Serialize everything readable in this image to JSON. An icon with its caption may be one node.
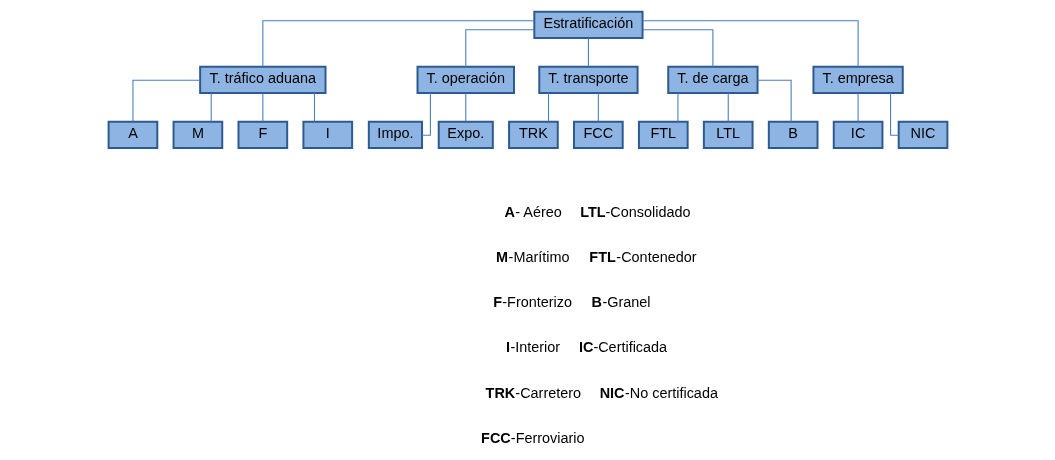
{
  "diagram": {
    "nodes": [
      {
        "text": [
          "Estratificación"
        ]
      },
      {
        "text": [
          "T. tráfico aduana"
        ]
      },
      {
        "text": [
          "T. operación"
        ]
      },
      {
        "text": [
          "T. transporte"
        ]
      },
      {
        "text": [
          "T. de carga"
        ]
      },
      {
        "text": [
          "T. empresa"
        ]
      },
      {
        "text": [
          "A"
        ]
      },
      {
        "text": [
          "M"
        ]
      },
      {
        "text": [
          "F"
        ]
      },
      {
        "text": [
          "I"
        ]
      },
      {
        "text": [
          "Impo."
        ]
      },
      {
        "text": [
          "Expo."
        ]
      },
      {
        "text": [
          "TRK"
        ]
      },
      {
        "text": [
          "FCC"
        ]
      },
      {
        "text": [
          "FTL"
        ]
      },
      {
        "text": [
          "LTL"
        ]
      },
      {
        "text": [
          "B"
        ]
      },
      {
        "text": [
          "IC"
        ]
      },
      {
        "text": [
          "NIC"
        ]
      }
    ],
    "edges": [
      {
        "from": 0,
        "to": 1,
        "arrow": "none"
      },
      {
        "from": 0,
        "to": 2,
        "arrow": "none"
      },
      {
        "from": 0,
        "to": 3,
        "arrow": "none"
      },
      {
        "from": 0,
        "to": 4,
        "arrow": "none"
      },
      {
        "from": 0,
        "to": 5,
        "arrow": "none"
      },
      {
        "from": 1,
        "to": 6,
        "arrow": "none"
      },
      {
        "from": 1,
        "to": 7,
        "arrow": "none"
      },
      {
        "from": 1,
        "to": 8,
        "arrow": "none"
      },
      {
        "from": 1,
        "to": 9,
        "arrow": "none"
      },
      {
        "from": 2,
        "to": 10,
        "arrow": "none"
      },
      {
        "from": 2,
        "to": 11,
        "arrow": "none"
      },
      {
        "from": 3,
        "to": 12,
        "arrow": "none"
      },
      {
        "from": 3,
        "to": 13,
        "arrow": "none"
      },
      {
        "from": 4,
        "to": 14,
        "arrow": "none"
      },
      {
        "from": 4,
        "to": 15,
        "arrow": "none"
      },
      {
        "from": 4,
        "to": 16,
        "arrow": "none"
      },
      {
        "from": 5,
        "to": 17,
        "arrow": "none"
      },
      {
        "from": 5,
        "to": 18,
        "arrow": "none"
      }
    ],
    "labels": [
      "**A**- Aéreo",
      "**M**-Marítimo",
      "**F**-Fronterizo",
      "**I**-Interior",
      "**TRK**-Carretero",
      "**FCC**-Ferroviario",
      "**LTL**-Consolidado",
      "**FTL**-Contenedor",
      "**B**-Granel",
      "**IC**-Certificada",
      "**NIC**-No certificada"
    ]
  }
}
